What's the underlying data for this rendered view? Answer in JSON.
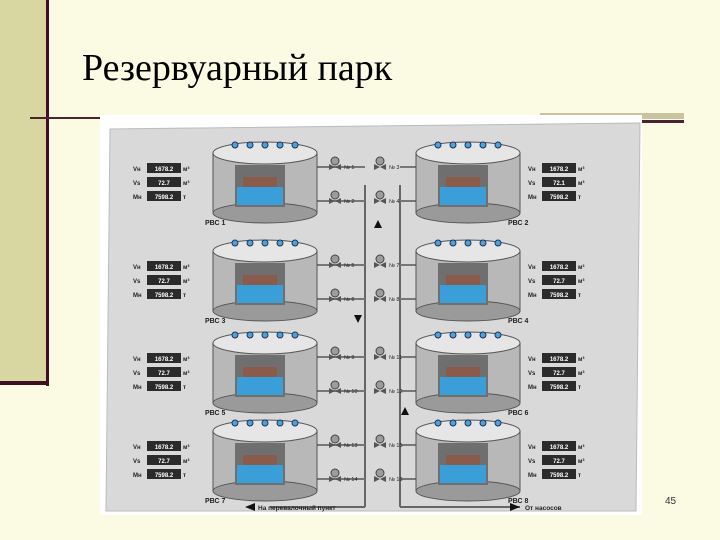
{
  "slide": {
    "title": "Резервуарный парк",
    "page_number": "45"
  },
  "diagram": {
    "tanks": [
      {
        "label": "РВС 1",
        "side": "left",
        "v": "1678.2",
        "vs": "72.7",
        "m": "7598.2"
      },
      {
        "label": "РВС 2",
        "side": "right",
        "v": "1678.2",
        "vs": "72.1",
        "m": "7598.2"
      },
      {
        "label": "РВС 3",
        "side": "left",
        "v": "1678.2",
        "vs": "72.7",
        "m": "7598.2"
      },
      {
        "label": "РВС 4",
        "side": "right",
        "v": "1678.2",
        "vs": "72.7",
        "m": "7598.2"
      },
      {
        "label": "РВС 5",
        "side": "left",
        "v": "1678.2",
        "vs": "72.7",
        "m": "7598.2"
      },
      {
        "label": "РВС 6",
        "side": "right",
        "v": "1678.2",
        "vs": "72.7",
        "m": "7598.2"
      },
      {
        "label": "РВС 7",
        "side": "left",
        "v": "1678.2",
        "vs": "72.7",
        "m": "7598.2"
      },
      {
        "label": "РВС 8",
        "side": "right",
        "v": "1678.2",
        "vs": "72.7",
        "m": "7598.2"
      }
    ],
    "readout_labels": {
      "v": "Vн",
      "vs": "Vs",
      "m": "Мн",
      "u_v": "м³",
      "u_m": "т"
    },
    "valves": [
      "№ 1",
      "№ 2",
      "№ 3",
      "№ 4",
      "№ 5",
      "№ 6",
      "№ 7",
      "№ 8",
      "№ 9",
      "№ 10",
      "№ 11",
      "№ 12",
      "№ 13",
      "№ 14",
      "№ 15",
      "№ 16"
    ],
    "flow_out": "На перевалочный пункт",
    "flow_in": "От насосов"
  },
  "colors": {
    "title_bar": "#d8d7a2",
    "rule": "#3f0f25",
    "background": "#fbfbe4",
    "tank_liquid": "#3a9fd8"
  }
}
